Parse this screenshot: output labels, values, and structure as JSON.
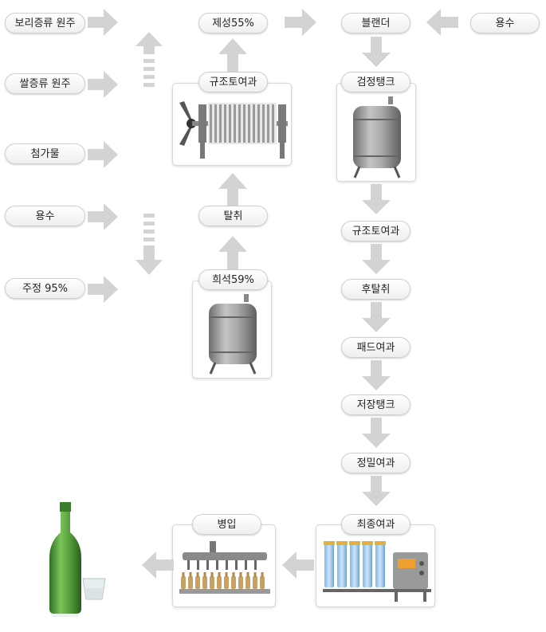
{
  "inputs": {
    "barley": "보리증류 원주",
    "rice": "쌀증류 원주",
    "additive": "첨가물",
    "water": "용수",
    "spirit": "주정 95%"
  },
  "process": {
    "product_55": "제성55%",
    "filter_top": "규조토여과",
    "stripping": "탈취",
    "dilution": "희석59%",
    "blender": "블랜더",
    "water_right": "용수",
    "inspection_tank": "검정탱크",
    "filter_mid": "규조토여과",
    "post_stripping": "후탈취",
    "pad_filter": "패드여과",
    "storage_tank": "저장탱크",
    "precision_filter": "정밀여과",
    "final_filter": "최종여과",
    "bottling": "병입"
  },
  "colors": {
    "arrow": "#d3d3d3",
    "pill_border": "#cfcfcf",
    "bottle": "#5c9e3e"
  },
  "icons": {
    "filter_press": "filter-press-icon",
    "tank": "tank-icon",
    "bottling_machine": "bottling-machine-icon",
    "final_filter_machine": "cartridge-filter-icon",
    "bottle": "soju-bottle-icon"
  }
}
